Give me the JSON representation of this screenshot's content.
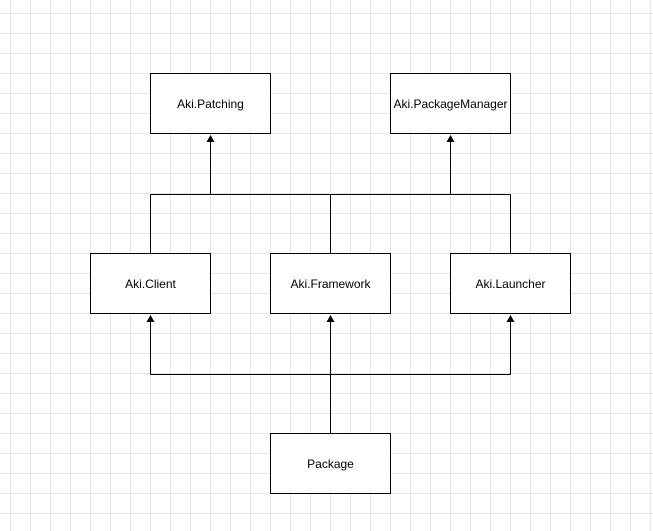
{
  "diagram": {
    "nodes": {
      "patching": "Aki.Patching",
      "package_manager": "Aki.PackageManager",
      "client": "Aki.Client",
      "framework": "Aki.Framework",
      "launcher": "Aki.Launcher",
      "package": "Package"
    },
    "edges": [
      {
        "from": "Aki.Client",
        "to": "Aki.Patching"
      },
      {
        "from": "Aki.Framework",
        "to": "Aki.Patching"
      },
      {
        "from": "Aki.Launcher",
        "to": "Aki.Patching"
      },
      {
        "from": "Aki.Client",
        "to": "Aki.PackageManager"
      },
      {
        "from": "Aki.Framework",
        "to": "Aki.PackageManager"
      },
      {
        "from": "Aki.Launcher",
        "to": "Aki.PackageManager"
      },
      {
        "from": "Package",
        "to": "Aki.Client"
      },
      {
        "from": "Package",
        "to": "Aki.Framework"
      },
      {
        "from": "Package",
        "to": "Aki.Launcher"
      }
    ],
    "colors": {
      "stroke": "#000000",
      "node_fill": "#ffffff",
      "grid": "#e6e6e6",
      "background": "#ffffff"
    }
  }
}
